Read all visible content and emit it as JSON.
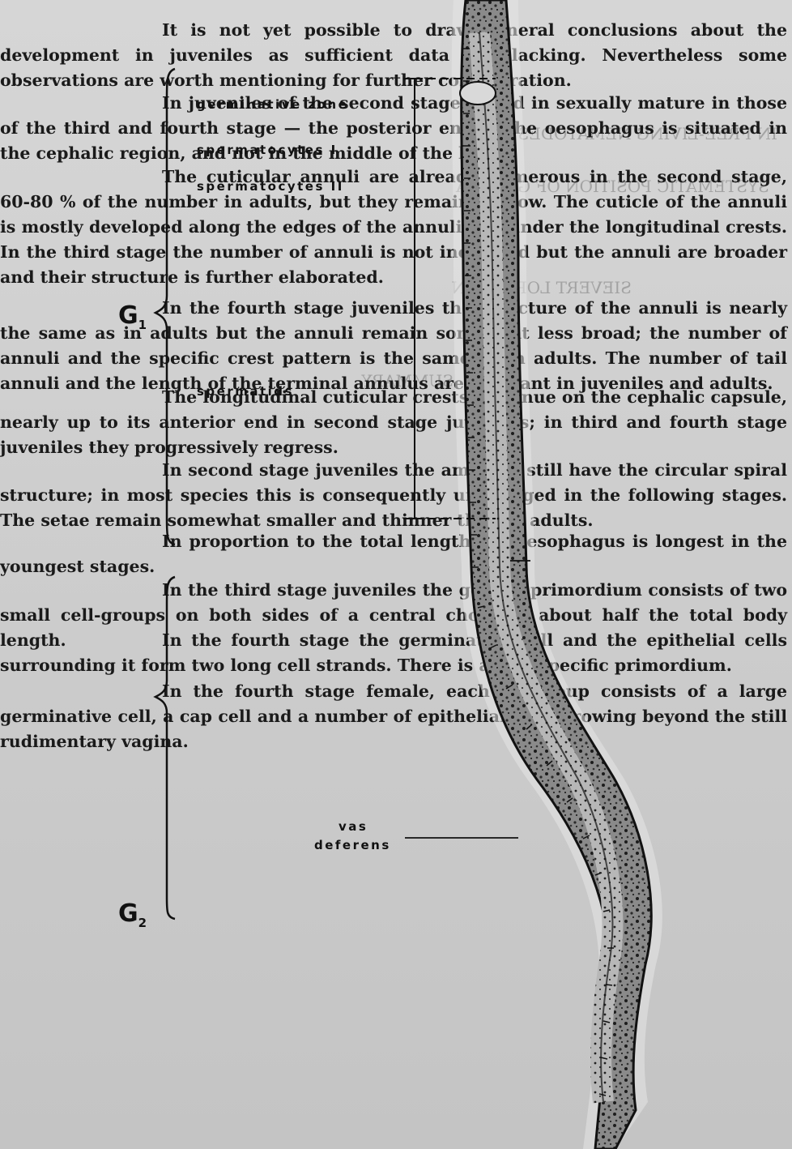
{
  "main_text": {
    "paragraphs": [
      "It is not yet possible to draw general conclusions about the development in juveniles as sufficient data are lacking. Nevertheless some observations are worth mentioning for further consideration.",
      "In juveniles of the second stage — and in sexually mature in those of the third and fourth stage — the posterior end of the oesophagus is situated in the cephalic region, and not in the middle of the body.",
      "The cuticular annuli are already numerous in the second stage, 60-80 % of the number in adults, but they remain narrow. The cuticle of the annuli is mostly developed along the edges of the annuli and under the longitudinal crests. In the third stage the number of annuli is not increased but the annuli are broader and their structure is further elaborated.",
      "In the fourth stage juveniles the structure of the annuli is nearly the same as in adults but the annuli remain somewhat less broad; the number of annuli and the specific crest pattern is the same as in adults. The number of tail annuli and the length of the terminal annulus are constant in juveniles and adults.",
      "The longitudinal cuticular crests continue on the cephalic capsule, nearly up to its anterior end in second stage juveniles; in third and fourth stage juveniles they progressively regress.",
      "In second stage juveniles the amphids still have the circular spiral structure; in most species this is consequently unchanged in the following stages. The setae remain somewhat smaller and thinner than in adults.",
      "In proportion to the total length the oesophagus is longest in the youngest stages.",
      "In the third stage juveniles the genital primordium consists of two small cell-groups on both sides of a central chord at about half the total body length.",
      "In the fourth stage the germinative cell and the epithelial cells surrounding it form two long cell strands. There is also a specific primordium.",
      "In the fourth stage female, each cellgroup consists of a large germinative cell, a cap cell and a number of epithelial cells growing beyond the still rudimentary vagina."
    ]
  },
  "figure": {
    "labels": {
      "germinative_zone": "germinative zone",
      "spermatocytes_1": "spermatocytes I",
      "spermatocytes_2": "spermatocytes II",
      "spermatids": "spermatids",
      "vas_deferens_1": "vas",
      "vas_deferens_2": "deferens",
      "g1": "G",
      "g1_sub": "1",
      "g2": "G",
      "g2_sub": "2"
    }
  },
  "colors": {
    "ink": "#111111",
    "paper": "#cfcfcf",
    "bleed": "#282828"
  }
}
